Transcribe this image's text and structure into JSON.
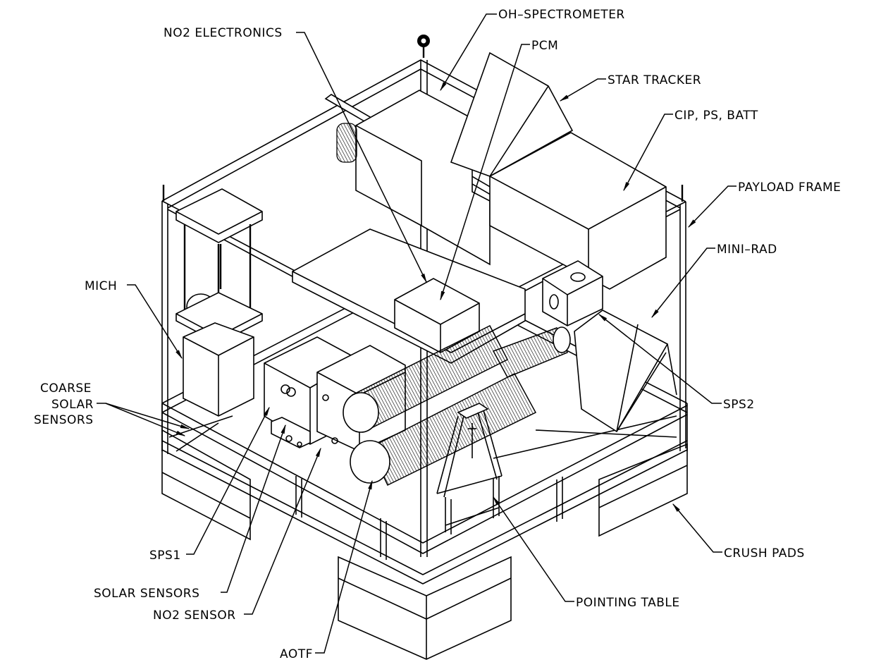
{
  "diagram": {
    "type": "isometric-line-drawing",
    "subject": "Balloon payload assembly",
    "colors": {
      "line": "#000000",
      "background": "#ffffff"
    },
    "labels": {
      "no2_electronics": "NO2 ELECTRONICS",
      "oh_spectrometer": "OH–SPECTROMETER",
      "pcm": "PCM",
      "star_tracker": "STAR TRACKER",
      "cip_ps_batt": "CIP, PS, BATT",
      "payload_frame": "PAYLOAD FRAME",
      "mini_rad": "MINI–RAD",
      "mich": "MICH",
      "coarse_solar_sensors": [
        "COARSE",
        "SOLAR",
        "SENSORS"
      ],
      "sps2": "SPS2",
      "crush_pads": "CRUSH PADS",
      "pointing_table": "POINTING TABLE",
      "sps1": "SPS1",
      "solar_sensors": "SOLAR SENSORS",
      "no2_sensor": "NO2 SENSOR",
      "aotf": "AOTF"
    }
  }
}
